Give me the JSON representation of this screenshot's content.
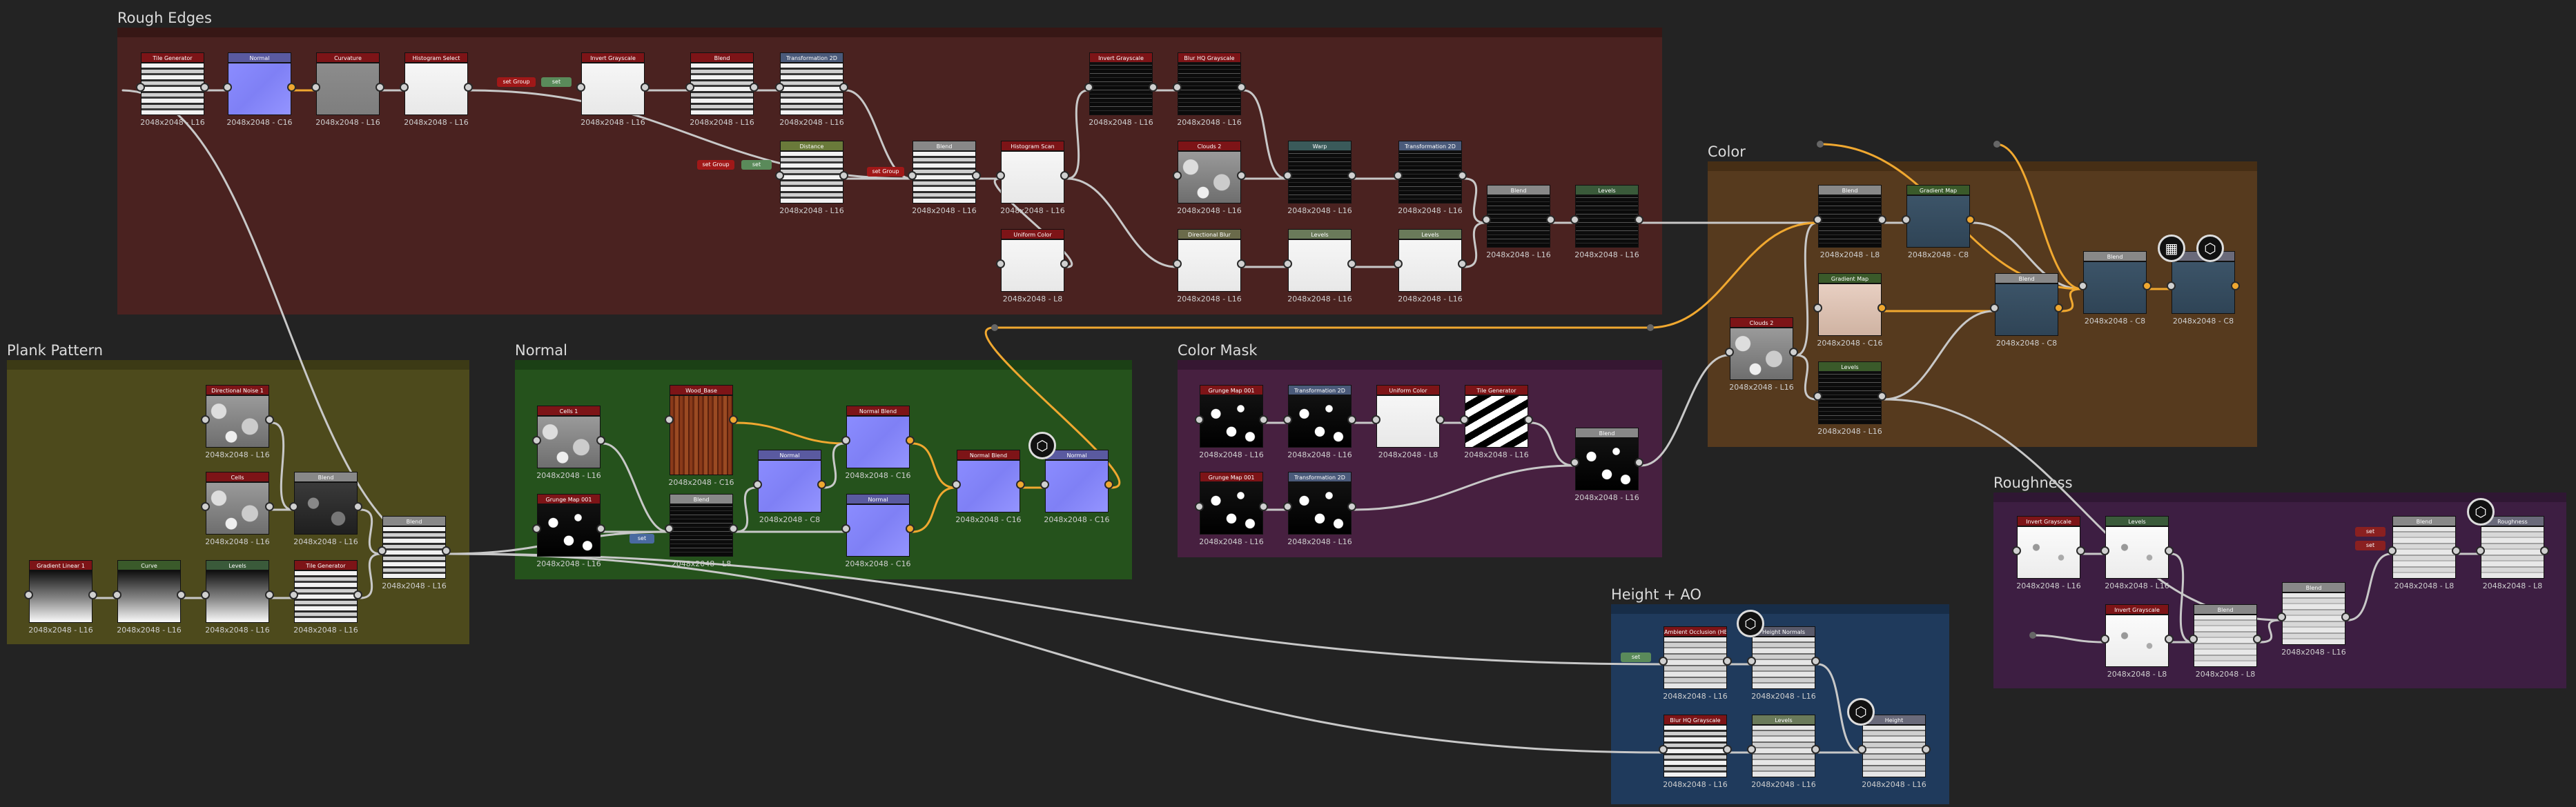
{
  "frames": [
    {
      "id": "rough_edges",
      "title": "Rough Edges",
      "color": "#4a2220",
      "bar": "#371715"
    },
    {
      "id": "plank_pattern",
      "title": "Plank Pattern",
      "color": "#4d4a1c",
      "bar": "#3c3a15"
    },
    {
      "id": "normal",
      "title": "Normal",
      "color": "#25521c",
      "bar": "#1b4015"
    },
    {
      "id": "color_mask",
      "title": "Color Mask",
      "color": "#472040",
      "bar": "#361732"
    },
    {
      "id": "color",
      "title": "Color",
      "color": "#563a1e",
      "bar": "#462e15"
    },
    {
      "id": "roughness",
      "title": "Roughness",
      "color": "#3d1e42",
      "bar": "#2f1733"
    },
    {
      "id": "height_ao",
      "title": "Height + AO",
      "color": "#1f3a5c",
      "bar": "#172d48"
    }
  ],
  "nodes": [
    {
      "id": "n1",
      "label": "Tile Generator",
      "res": "2048x2048 - L16",
      "head": "#7d1417",
      "thumb": "stripes"
    },
    {
      "id": "n2",
      "label": "Normal",
      "res": "2048x2048 - C16",
      "head": "#5a5aa0",
      "thumb": "normal"
    },
    {
      "id": "n3",
      "label": "Curvature",
      "res": "2048x2048 - L16",
      "head": "#7d1417",
      "thumb": "flatgray"
    },
    {
      "id": "n4",
      "label": "Histogram Select",
      "res": "2048x2048 - L16",
      "head": "#7d1417",
      "thumb": "white"
    },
    {
      "id": "n5",
      "label": "Invert Grayscale",
      "res": "2048x2048 - L16",
      "head": "#7d1417",
      "thumb": "white"
    },
    {
      "id": "n6",
      "label": "Blend",
      "res": "2048x2048 - L16",
      "head": "#7d1417",
      "thumb": "stripes"
    },
    {
      "id": "n7",
      "label": "Transformation 2D",
      "res": "2048x2048 - L16",
      "head": "#4a5a7a",
      "thumb": "stripes"
    },
    {
      "id": "n8",
      "label": "Distance",
      "res": "2048x2048 - L16",
      "head": "#6a7a3a",
      "thumb": "stripes"
    },
    {
      "id": "n9",
      "label": "Blend",
      "res": "2048x2048 - L16",
      "head": "#888888",
      "thumb": "stripes"
    },
    {
      "id": "n10",
      "label": "Histogram Scan",
      "res": "2048x2048 - L16",
      "head": "#7d1417",
      "thumb": "white"
    },
    {
      "id": "n11",
      "label": "Uniform Color",
      "res": "2048x2048 - L8",
      "head": "#7d1417",
      "thumb": "white"
    },
    {
      "id": "n12",
      "label": "Invert Grayscale",
      "res": "2048x2048 - L16",
      "head": "#7d1417",
      "thumb": "black"
    },
    {
      "id": "n13",
      "label": "Blur HQ Grayscale",
      "res": "2048x2048 - L16",
      "head": "#7d1417",
      "thumb": "black"
    },
    {
      "id": "n14",
      "label": "Clouds 2",
      "res": "2048x2048 - L16",
      "head": "#7d1417",
      "thumb": "noise"
    },
    {
      "id": "n15",
      "label": "Directional Blur",
      "res": "2048x2048 - L16",
      "head": "#6a6a4a",
      "thumb": "white"
    },
    {
      "id": "n16",
      "label": "Warp",
      "res": "2048x2048 - L16",
      "head": "#3a5a5a",
      "thumb": "black"
    },
    {
      "id": "n17",
      "label": "Levels",
      "res": "2048x2048 - L16",
      "head": "#6a7a5a",
      "thumb": "white"
    },
    {
      "id": "n18",
      "label": "Transformation 2D",
      "res": "2048x2048 - L16",
      "head": "#4a5a7a",
      "thumb": "black"
    },
    {
      "id": "n19",
      "label": "Levels",
      "res": "2048x2048 - L16",
      "head": "#6a7a5a",
      "thumb": "white"
    },
    {
      "id": "n20",
      "label": "Blend",
      "res": "2048x2048 - L16",
      "head": "#888888",
      "thumb": "black"
    },
    {
      "id": "n21",
      "label": "Levels",
      "res": "2048x2048 - L16",
      "head": "#3a5a3a",
      "thumb": "black"
    },
    {
      "id": "n22",
      "label": "Directional Noise 1",
      "res": "2048x2048 - L16",
      "head": "#7d1417",
      "thumb": "noise"
    },
    {
      "id": "n23",
      "label": "Cells",
      "res": "2048x2048 - L16",
      "head": "#7d1417",
      "thumb": "noise"
    },
    {
      "id": "n24",
      "label": "Blend",
      "res": "2048x2048 - L16",
      "head": "#888888",
      "thumb": "darknoise"
    },
    {
      "id": "n25",
      "label": "Blend",
      "res": "2048x2048 - L16",
      "head": "#888888",
      "thumb": "stripes"
    },
    {
      "id": "n26",
      "label": "Gradient Linear 1",
      "res": "2048x2048 - L16",
      "head": "#7d1417",
      "thumb": "gradient"
    },
    {
      "id": "n27",
      "label": "Curve",
      "res": "2048x2048 - L16",
      "head": "#3a5a2a",
      "thumb": "gradient"
    },
    {
      "id": "n28",
      "label": "Levels",
      "res": "2048x2048 - L16",
      "head": "#3a5a3a",
      "thumb": "gradient"
    },
    {
      "id": "n29",
      "label": "Tile Generator",
      "res": "2048x2048 - L16",
      "head": "#7d1417",
      "thumb": "stripes"
    },
    {
      "id": "n30",
      "label": "Cells 1",
      "res": "2048x2048 - L16",
      "head": "#7d1417",
      "thumb": "noise"
    },
    {
      "id": "n31",
      "label": "Grunge Map 001",
      "res": "2048x2048 - L16",
      "head": "#7d1417",
      "thumb": "bwnoise"
    },
    {
      "id": "n32",
      "label": "Wood_Base",
      "res": "2048x2048 - C16",
      "head": "#7d1417",
      "thumb": "wood"
    },
    {
      "id": "n33",
      "label": "Blend",
      "res": "2048x2048 - L8",
      "head": "#888888",
      "thumb": "black"
    },
    {
      "id": "n34",
      "label": "Normal",
      "res": "2048x2048 - C8",
      "head": "#5a5aa0",
      "thumb": "normal"
    },
    {
      "id": "n35",
      "label": "Normal Blend",
      "res": "2048x2048 - C16",
      "head": "#7d1417",
      "thumb": "normal"
    },
    {
      "id": "n36",
      "label": "Normal",
      "res": "2048x2048 - C16",
      "head": "#5a5aa0",
      "thumb": "normal"
    },
    {
      "id": "n37",
      "label": "Normal Blend",
      "res": "2048x2048 - C16",
      "head": "#7d1417",
      "thumb": "normal"
    },
    {
      "id": "n38",
      "label": "Normal",
      "res": "2048x2048 - C16",
      "head": "#5a5aa0",
      "thumb": "normal"
    },
    {
      "id": "n39",
      "label": "Grunge Map 001",
      "res": "2048x2048 - L16",
      "head": "#7d1417",
      "thumb": "bwnoise"
    },
    {
      "id": "n40",
      "label": "Transformation 2D",
      "res": "2048x2048 - L16",
      "head": "#4a5a7a",
      "thumb": "bwnoise"
    },
    {
      "id": "n41",
      "label": "Uniform Color",
      "res": "2048x2048 - L8",
      "head": "#7d1417",
      "thumb": "white"
    },
    {
      "id": "n42",
      "label": "Tile Generator",
      "res": "2048x2048 - L16",
      "head": "#7d1417",
      "thumb": "tiles"
    },
    {
      "id": "n43",
      "label": "Grunge Map 001",
      "res": "2048x2048 - L16",
      "head": "#7d1417",
      "thumb": "bwnoise"
    },
    {
      "id": "n44",
      "label": "Transformation 2D",
      "res": "2048x2048 - L16",
      "head": "#4a5a7a",
      "thumb": "bwnoise"
    },
    {
      "id": "n45",
      "label": "Blend",
      "res": "2048x2048 - L16",
      "head": "#888888",
      "thumb": "bwnoise"
    },
    {
      "id": "n46",
      "label": "Clouds 2",
      "res": "2048x2048 - L16",
      "head": "#7d1417",
      "thumb": "noise"
    },
    {
      "id": "n47",
      "label": "Blend",
      "res": "2048x2048 - L8",
      "head": "#888888",
      "thumb": "black"
    },
    {
      "id": "n48",
      "label": "Gradient Map",
      "res": "2048x2048 - C16",
      "head": "#3a5a2a",
      "thumb": "skin"
    },
    {
      "id": "n49",
      "label": "Levels",
      "res": "2048x2048 - L16",
      "head": "#3a5a2a",
      "thumb": "black"
    },
    {
      "id": "n50",
      "label": "Gradient Map",
      "res": "2048x2048 - C8",
      "head": "#3a5a2a",
      "thumb": "teal"
    },
    {
      "id": "n51",
      "label": "Blend",
      "res": "2048x2048 - C8",
      "head": "#888888",
      "thumb": "teal"
    },
    {
      "id": "n52",
      "label": "Blend",
      "res": "2048x2048 - C8",
      "head": "#888888",
      "thumb": "teal"
    },
    {
      "id": "n53",
      "label": "",
      "res": "2048x2048 - C8",
      "head": "#6a6a7a",
      "thumb": "teal"
    },
    {
      "id": "n54",
      "label": "Invert Grayscale",
      "res": "2048x2048 - L16",
      "head": "#7d1417",
      "thumb": "whitenoise"
    },
    {
      "id": "n55",
      "label": "Levels",
      "res": "2048x2048 - L16",
      "head": "#3a5a3a",
      "thumb": "whitenoise"
    },
    {
      "id": "n56",
      "label": "Invert Grayscale",
      "res": "2048x2048 - L8",
      "head": "#7d1417",
      "thumb": "whitenoise"
    },
    {
      "id": "n57",
      "label": "Blend",
      "res": "2048x2048 - L8",
      "head": "#888888",
      "thumb": "lightnoise"
    },
    {
      "id": "n58",
      "label": "Blend",
      "res": "2048x2048 - L16",
      "head": "#888888",
      "thumb": "lightnoise"
    },
    {
      "id": "n59",
      "label": "Blend",
      "res": "2048x2048 - L8",
      "head": "#888888",
      "thumb": "lightnoise"
    },
    {
      "id": "n60",
      "label": "Roughness",
      "res": "2048x2048 - L8",
      "head": "#6a6a7a",
      "thumb": "lightnoise"
    },
    {
      "id": "n61",
      "label": "Ambient Occlusion (HB",
      "res": "2048x2048 - L16",
      "head": "#7d1417",
      "thumb": "stripes-light"
    },
    {
      "id": "n62",
      "label": "Height Normals",
      "res": "2048x2048 - L16",
      "head": "#5a5a6a",
      "thumb": "stripes-light"
    },
    {
      "id": "n63",
      "label": "Blur HQ Grayscale",
      "res": "2048x2048 - L16",
      "head": "#7d1417",
      "thumb": "stripes"
    },
    {
      "id": "n64",
      "label": "Levels",
      "res": "2048x2048 - L16",
      "head": "#6a7a5a",
      "thumb": "stripes-light"
    },
    {
      "id": "n65",
      "label": "Height",
      "res": "2048x2048 - L16",
      "head": "#6a6a7a",
      "thumb": "stripes-light"
    }
  ],
  "pills": [
    {
      "id": "p1",
      "label": "set Group",
      "color": "#a01818"
    },
    {
      "id": "p2",
      "label": "set",
      "color": "#5a8a5a"
    },
    {
      "id": "p3",
      "label": "set Group",
      "color": "#a01818"
    },
    {
      "id": "p4",
      "label": "set Group",
      "color": "#a01818"
    },
    {
      "id": "p5",
      "label": "set",
      "color": "#5a8a5a"
    },
    {
      "id": "p6",
      "label": "set",
      "color": "#4a6aa0"
    },
    {
      "id": "p7",
      "label": "set",
      "color": "#5a8a5a"
    },
    {
      "id": "p8",
      "label": "set",
      "color": "#8a2020"
    },
    {
      "id": "p9",
      "label": "set",
      "color": "#8a2020"
    }
  ],
  "output_icons": [
    {
      "id": "b1",
      "icon": "cube-icon",
      "glyph": "⬡"
    },
    {
      "id": "b2",
      "icon": "checker-icon",
      "glyph": "▦"
    },
    {
      "id": "b3",
      "icon": "cube-icon",
      "glyph": "⬡"
    },
    {
      "id": "b4",
      "icon": "cube-icon",
      "glyph": "⬡"
    },
    {
      "id": "b5",
      "icon": "cube-icon",
      "glyph": "⬡"
    },
    {
      "id": "b6",
      "icon": "cube-icon",
      "glyph": "⬡"
    }
  ],
  "colors": {
    "canvas": "#232323",
    "wire_gray": "#c8c8c8",
    "wire_gold": "#f0a830"
  }
}
